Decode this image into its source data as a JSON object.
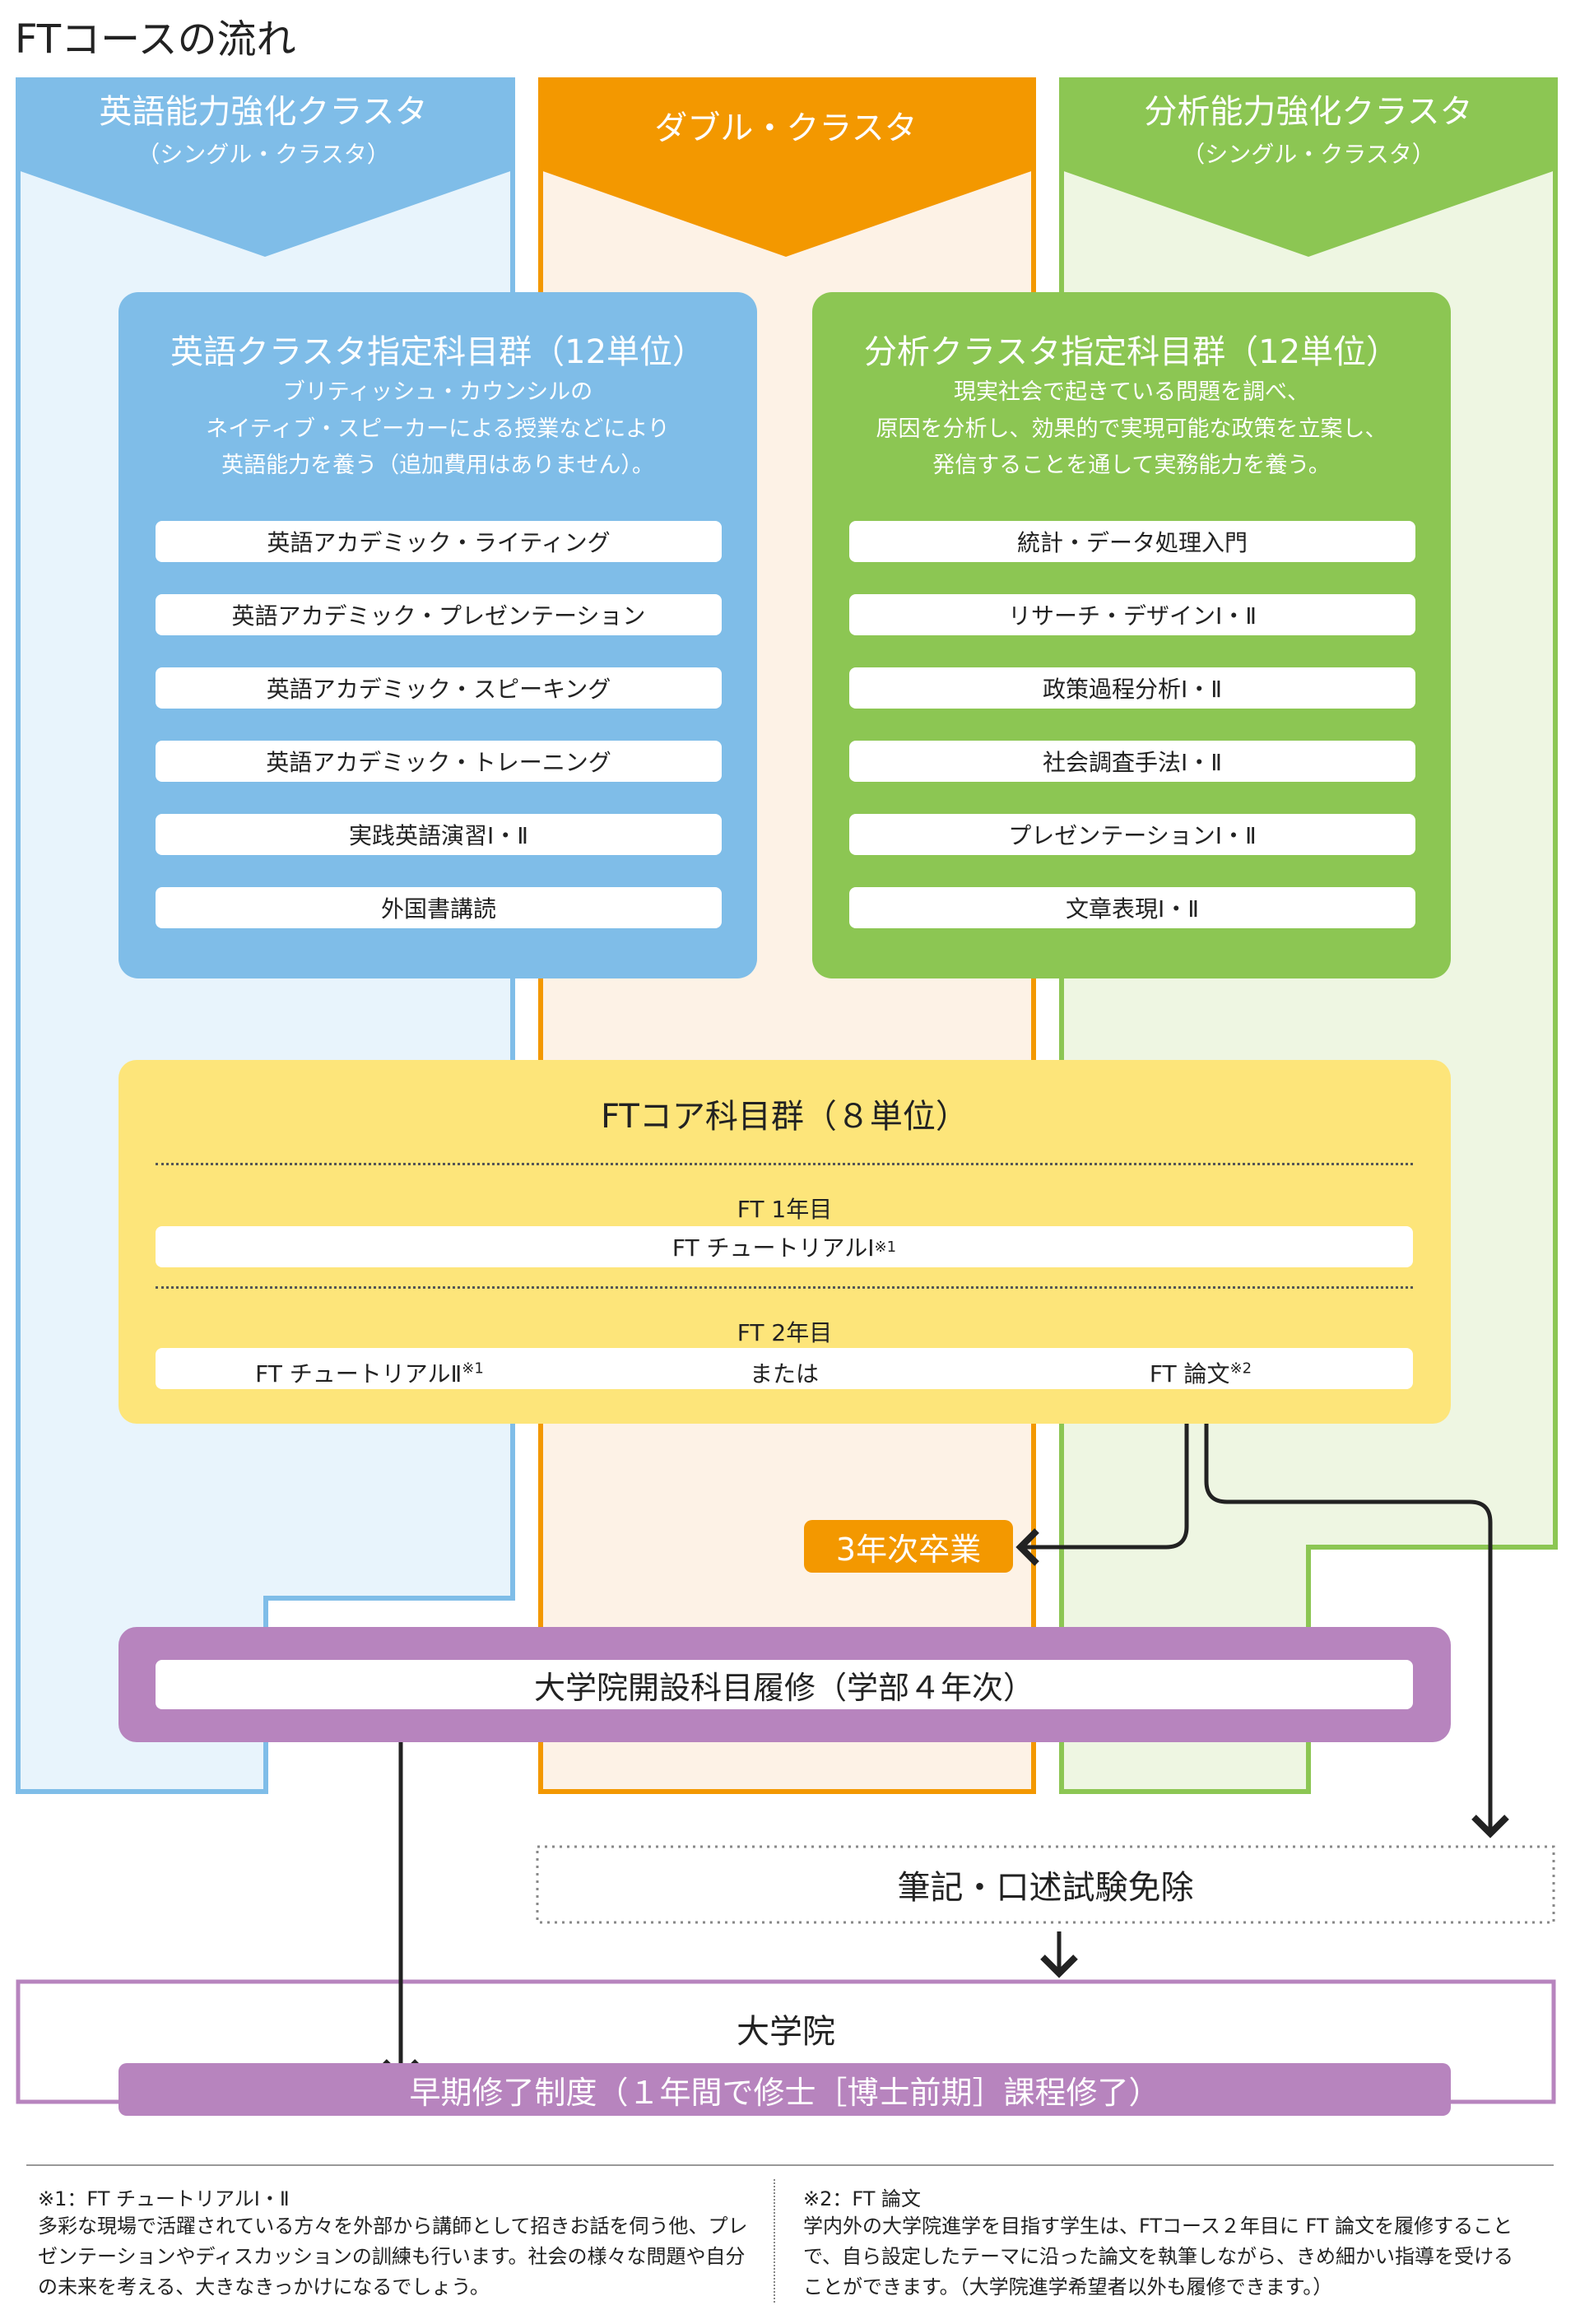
{
  "title": "FTコースの流れ",
  "clusters": {
    "english": {
      "name": "英語能力強化クラスタ",
      "sub": "（シングル・クラスタ）",
      "color": "#7fbde8",
      "bg": "#e8f4fc"
    },
    "double": {
      "name": "ダブル・クラスタ",
      "color": "#f39800",
      "bg": "#fdf2e6"
    },
    "analysis": {
      "name": "分析能力強化クラスタ",
      "sub": "（シングル・クラスタ）",
      "color": "#8cc653",
      "bg": "#eef6e2"
    }
  },
  "english_group": {
    "title": "英語クラスタ指定科目群（12単位）",
    "desc": [
      "ブリティッシュ・カウンシルの",
      "ネイティブ・スピーカーによる授業などにより",
      "英語能力を養う（追加費用はありません）。"
    ],
    "courses": [
      "英語アカデミック・ライティング",
      "英語アカデミック・プレゼンテーション",
      "英語アカデミック・スピーキング",
      "英語アカデミック・トレーニング",
      "実践英語演習Ⅰ・Ⅱ",
      "外国書講読"
    ]
  },
  "analysis_group": {
    "title": "分析クラスタ指定科目群（12単位）",
    "desc": [
      "現実社会で起きている問題を調べ、",
      "原因を分析し、効果的で実現可能な政策を立案し、",
      "発信することを通して実務能力を養う。"
    ],
    "courses": [
      "統計・データ処理入門",
      "リサーチ・デザインⅠ・Ⅱ",
      "政策過程分析Ⅰ・Ⅱ",
      "社会調査手法Ⅰ・Ⅱ",
      "プレゼンテーションⅠ・Ⅱ",
      "文章表現Ⅰ・Ⅱ"
    ]
  },
  "core": {
    "title": "FTコア科目群（８単位）",
    "year1": "FT 1年目",
    "tutorial1": "FT チュートリアルⅠ",
    "year2": "FT 2年目",
    "tutorial2": "FT チュートリアルⅡ",
    "or": "または",
    "thesis": "FT 論文",
    "mark1": "※1",
    "mark2": "※2",
    "color": "#fde57a"
  },
  "graduate_3rd_year": "3年次卒業",
  "grad_courses": "大学院開設科目履修（学部４年次）",
  "exam_exempt": "筆記・口述試験免除",
  "graduate_school": "大学院",
  "early_completion": "早期修了制度（１年間で修士［博士前期］課程修了）",
  "purple": "#b784be",
  "notes": {
    "n1_head": "※1：FT チュートリアルⅠ・Ⅱ",
    "n1_body": [
      "多彩な現場で活躍されている方々を外部から講師として招きお話を伺う他、プレ",
      "ゼンテーションやディスカッションの訓練も行います。社会の様々な問題や自分",
      "の未来を考える、大きなきっかけになるでしょう。"
    ],
    "n2_head": "※2：FT 論文",
    "n2_body": [
      "学内外の大学院進学を目指す学生は、FTコース２年目に FT 論文を履修すること",
      "で、自ら設定したテーマに沿った論文を執筆しながら、きめ細かい指導を受ける",
      "ことができます。（大学院進学希望者以外も履修できます。）"
    ]
  }
}
